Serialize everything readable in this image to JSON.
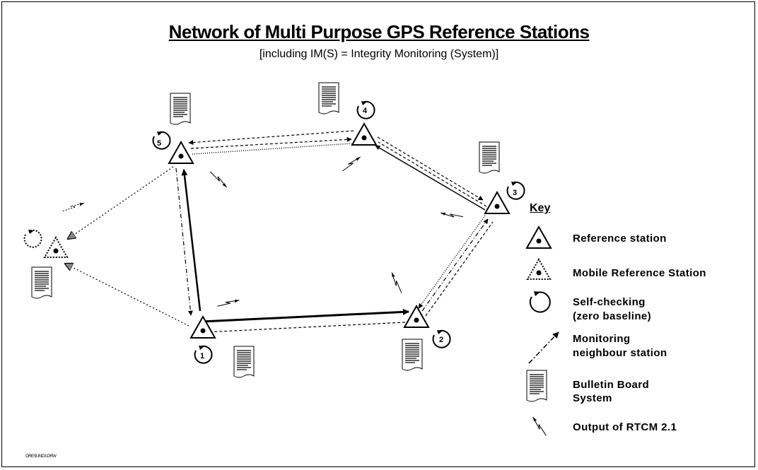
{
  "title": "Network of Multi Purpose GPS Reference Stations",
  "subtitle": "[including IM(S) = Integrity Monitoring (System)]",
  "stations": [
    "1",
    "2",
    "3",
    "4",
    "5"
  ],
  "key": {
    "title": "Key",
    "reference_station": "Reference station",
    "mobile_reference_station": "Mobile Reference Station",
    "self_checking_1": "Self-checking",
    "self_checking_2": "(zero baseline)",
    "monitoring_1": "Monitoring",
    "monitoring_2": "neighbour station",
    "bulletin_1": "Bulletin Board",
    "bulletin_2": "System",
    "rtcm": "Output of RTCM 2.1"
  },
  "file_id": "ORESUND3.DRW"
}
